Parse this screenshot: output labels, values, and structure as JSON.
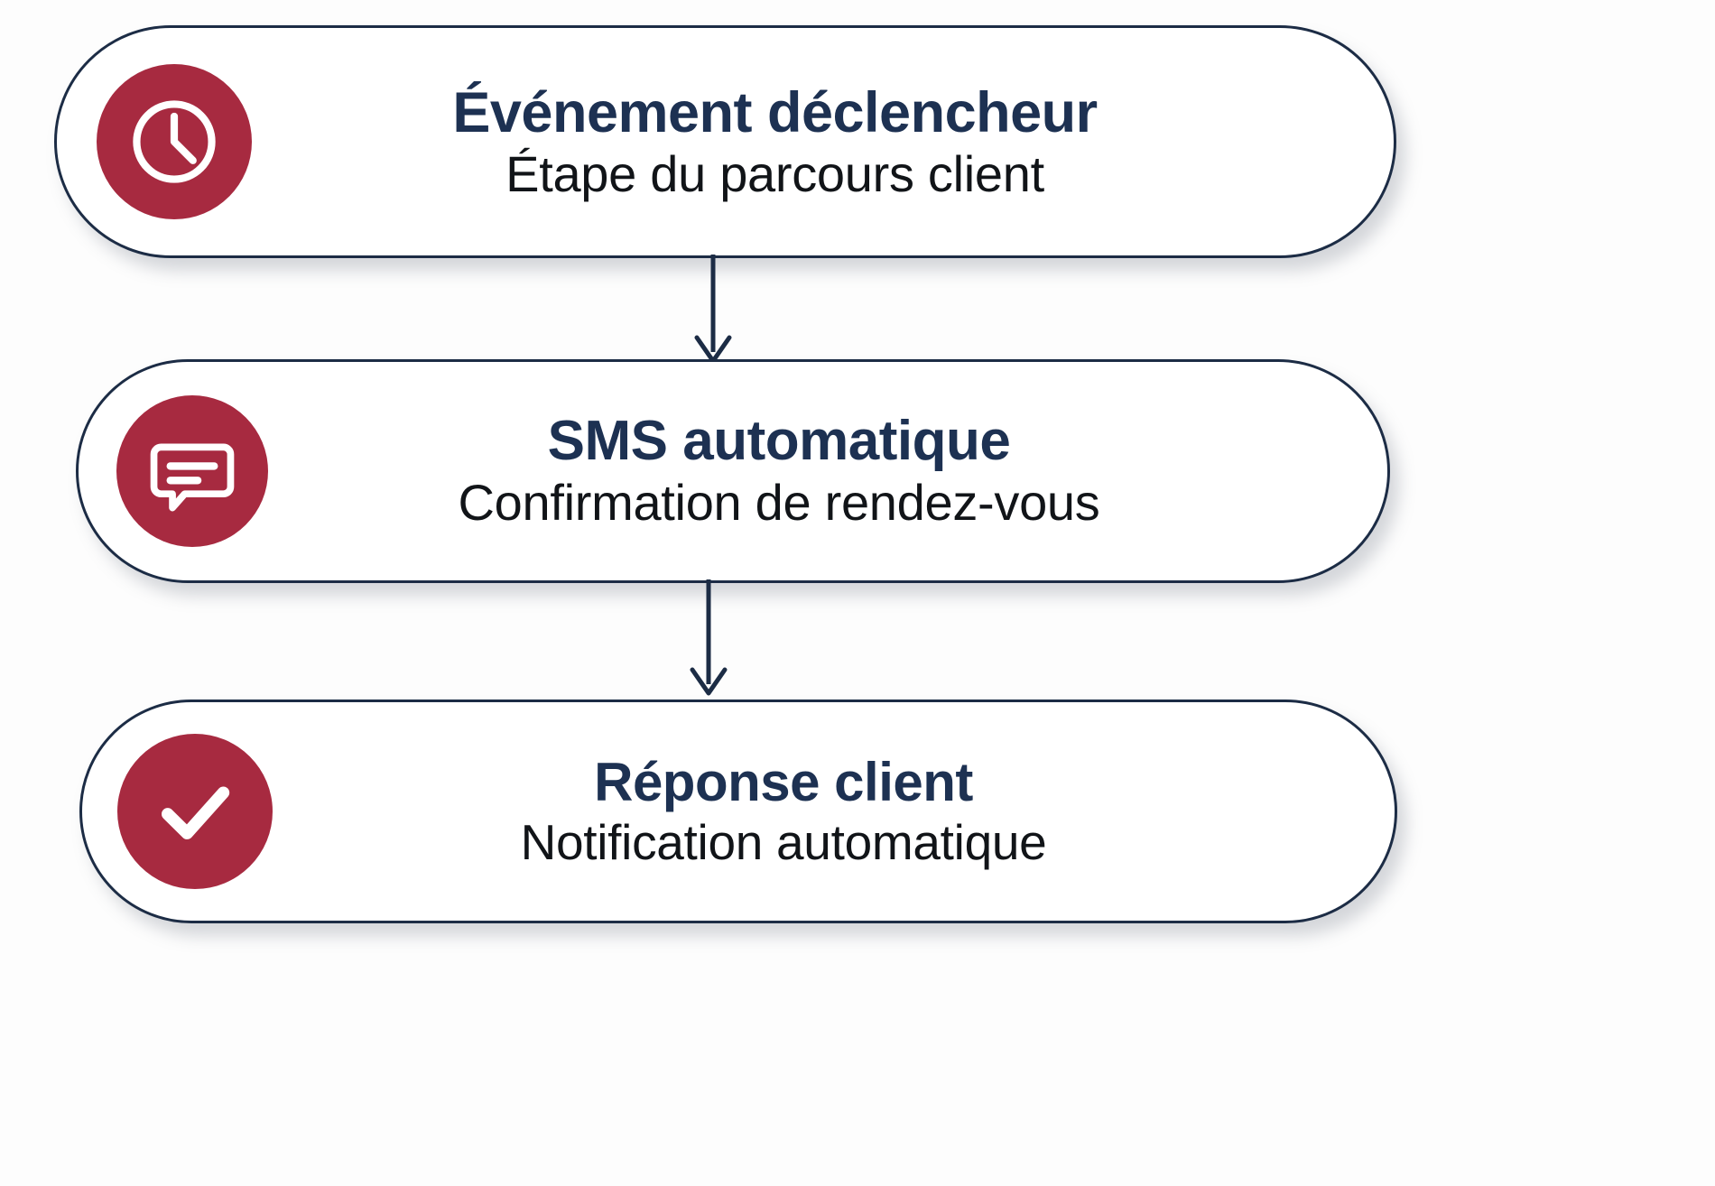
{
  "diagram": {
    "type": "vertical-flow",
    "background_color": "#fdfdfd",
    "accent_color": "#a72a40",
    "title_color": "#1d3152",
    "border_color": "#1c2c45",
    "steps": [
      {
        "id": "trigger",
        "icon": "clock-icon",
        "title": "Événement déclencheur",
        "subtitle": "Étape du parcours client"
      },
      {
        "id": "sms",
        "icon": "chat-bubble-icon",
        "title": "SMS automatique",
        "subtitle": "Confirmation de rendez-vous"
      },
      {
        "id": "response",
        "icon": "check-icon",
        "title": "Réponse client",
        "subtitle": "Notification automatique"
      }
    ],
    "connectors": [
      {
        "from": "trigger",
        "to": "sms",
        "arrow": "down-arrow-icon"
      },
      {
        "from": "sms",
        "to": "response",
        "arrow": "down-arrow-icon"
      }
    ]
  }
}
